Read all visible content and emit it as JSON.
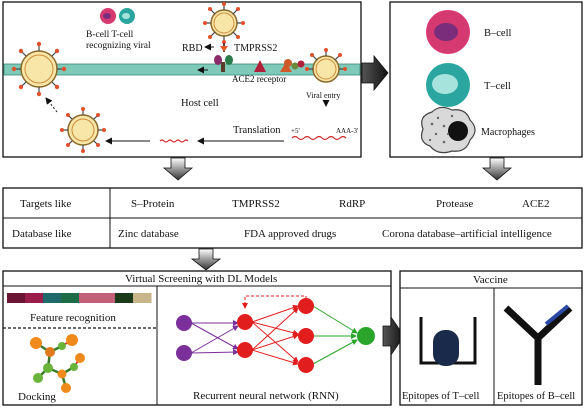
{
  "infection": {
    "bcell_tcell_label_line1": "B-cell T-cell",
    "bcell_tcell_label_line2": "recognizing viral",
    "rbd_label": "RBD",
    "tmprss2_label": "TMPRSS2",
    "ace2_label": "ACE2 receptor",
    "viral_entry_label": "Viral entry",
    "host_cell_label": "Host cell",
    "translation_label": "Translation",
    "rna_start": "+5'",
    "rna_end": "AAA-3'"
  },
  "immune_cells": {
    "bcell": "B–cell",
    "tcell": "T–cell",
    "macrophage": "Macrophages"
  },
  "targets_table": {
    "row1_header": "Targets like",
    "row1": [
      "S–Protein",
      "TMPRSS2",
      "RdRP",
      "Protease",
      "ACE2"
    ],
    "row2_header": "Database like",
    "row2": [
      "Zinc database",
      "FDA approved drugs",
      "Corona database–artificial intelligence"
    ]
  },
  "screening": {
    "title": "Virtual Screening with DL Models",
    "feature_label": "Feature recognition",
    "docking_label": "Docking",
    "rnn_label": "Recurrent neural network (RNN)",
    "feature_colors": [
      "#6b1535",
      "#9b1d4a",
      "#1f6b6b",
      "#1d6b47",
      "#c2607a",
      "#c2607a",
      "#1a3a1a",
      "#c8b58a"
    ]
  },
  "vaccine": {
    "title": "Vaccine",
    "tcell_epitope_label": "Epitopes of T–cell",
    "bcell_epitope_label": "Epitopes of B–cell"
  },
  "colors": {
    "membrane": "#7fc9b8",
    "bcell": "#d6396f",
    "tcell": "#2aa5a0",
    "rnn_purple": "#7a2f9a",
    "rnn_red": "#e21d1d",
    "rnn_green": "#2aa52a"
  }
}
